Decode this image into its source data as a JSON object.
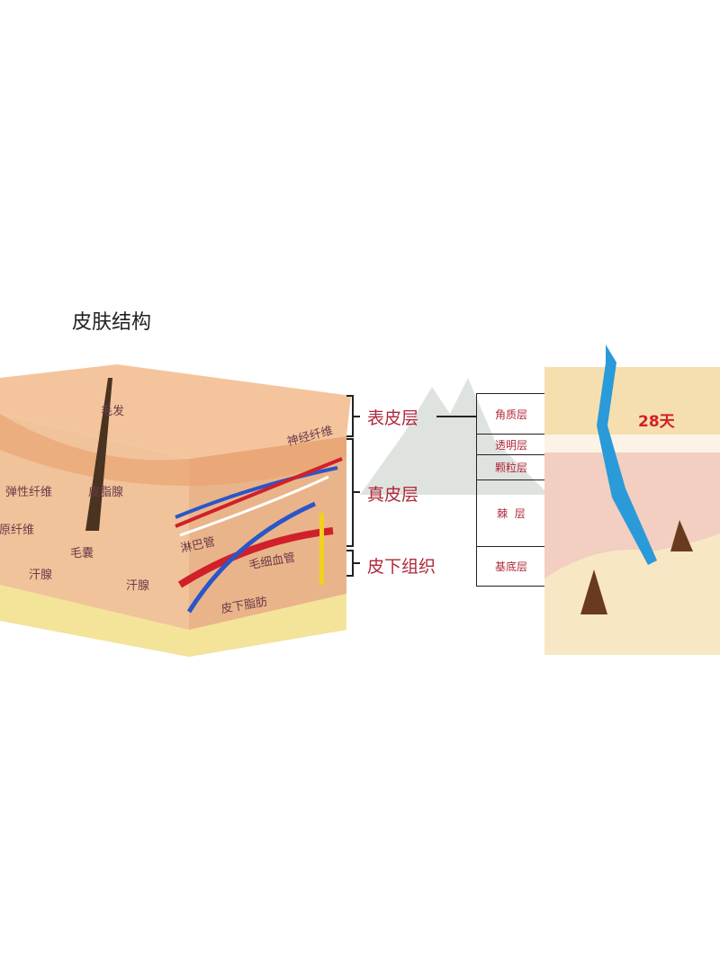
{
  "title": "皮肤结构",
  "block_labels": {
    "hair": "毛发",
    "sebaceous_gland": "皮脂腺",
    "elastic_fiber": "弹性纤维",
    "collagen_fiber": "胶原纤维",
    "hair_follicle": "毛囊",
    "sweat_gland_1": "汗腺",
    "sweat_gland_2": "汗腺",
    "lymph_vessel": "淋巴管",
    "capillary": "毛细血管",
    "subcutaneous_fat": "皮下脂肪",
    "nerve_fiber": "神经纤维"
  },
  "layers": [
    "表皮层",
    "真皮层",
    "皮下组织"
  ],
  "epidermis_sublayers": [
    "角质层",
    "透明层",
    "颗粒层",
    "棘  层",
    "基底层"
  ],
  "cycle_label": "28天",
  "colors": {
    "layer_text": "#b0283a",
    "artery": "#d0202a",
    "vein": "#2a56c8",
    "skin": "#f2c29a"
  }
}
